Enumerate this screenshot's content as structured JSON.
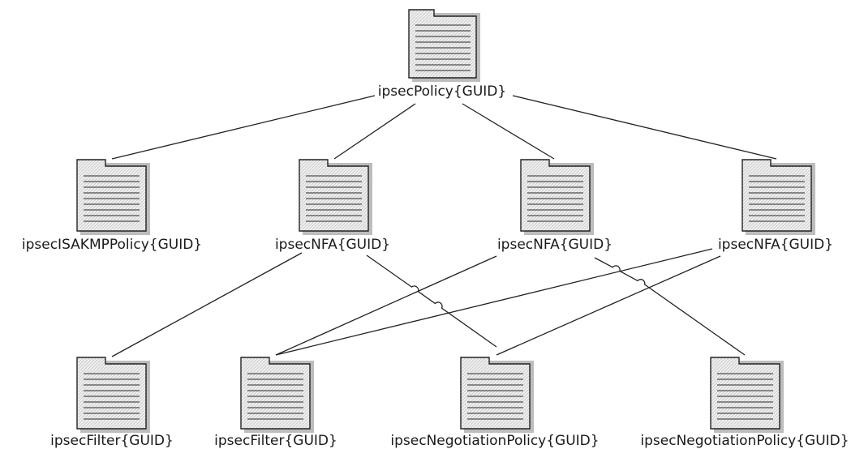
{
  "diagram": {
    "nodes": [
      {
        "id": "policy",
        "label": "ipsecPolicy{GUID}"
      },
      {
        "id": "isakmp",
        "label": "ipsecISAKMPPolicy{GUID}"
      },
      {
        "id": "nfa1",
        "label": "ipsecNFA{GUID}"
      },
      {
        "id": "nfa2",
        "label": "ipsecNFA{GUID}"
      },
      {
        "id": "nfa3",
        "label": "ipsecNFA{GUID}"
      },
      {
        "id": "filter1",
        "label": "ipsecFilter{GUID}"
      },
      {
        "id": "filter2",
        "label": "ipsecFilter{GUID}"
      },
      {
        "id": "negpol1",
        "label": "ipsecNegotiationPolicy{GUID}"
      },
      {
        "id": "negpol2",
        "label": "ipsecNegotiationPolicy{GUID}"
      }
    ],
    "edges": [
      {
        "from": "policy",
        "to": "isakmp"
      },
      {
        "from": "policy",
        "to": "nfa1"
      },
      {
        "from": "policy",
        "to": "nfa2"
      },
      {
        "from": "policy",
        "to": "nfa3"
      },
      {
        "from": "nfa1",
        "to": "filter1"
      },
      {
        "from": "nfa1",
        "to": "negpol1"
      },
      {
        "from": "nfa2",
        "to": "filter2"
      },
      {
        "from": "nfa2",
        "to": "negpol2"
      },
      {
        "from": "nfa3",
        "to": "filter2"
      },
      {
        "from": "nfa3",
        "to": "negpol1"
      }
    ]
  }
}
